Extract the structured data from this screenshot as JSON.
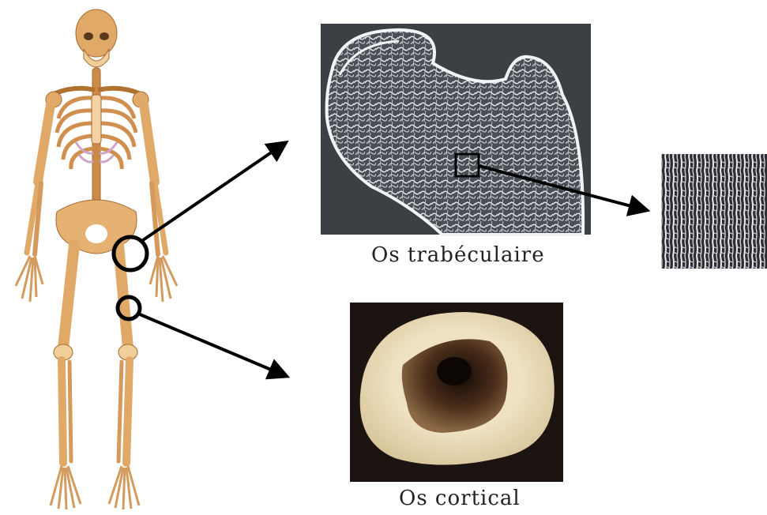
{
  "labels": {
    "trabecular": "Os trabéculaire",
    "cortical": "Os cortical"
  },
  "colors": {
    "bone": "#e0a968",
    "bone_dark": "#b8793f",
    "bone_light": "#f3d3a3",
    "cartilage": "#cfa6c8",
    "arrow": "#000000",
    "marker": "#000000",
    "femur_background": "#3c3f44",
    "femur_bone": "#d8dbe0",
    "cortical_background": "#1b1410",
    "cortical_ring": "#f1e6c8",
    "cortical_marrow": "#3b2416"
  },
  "icons": {
    "skeleton": "human-skeleton-illustration",
    "femur": "femur-section-photo",
    "trabecular_zoom": "trabecular-microstructure-photo",
    "cortical": "cortical-bone-cross-section-photo"
  }
}
